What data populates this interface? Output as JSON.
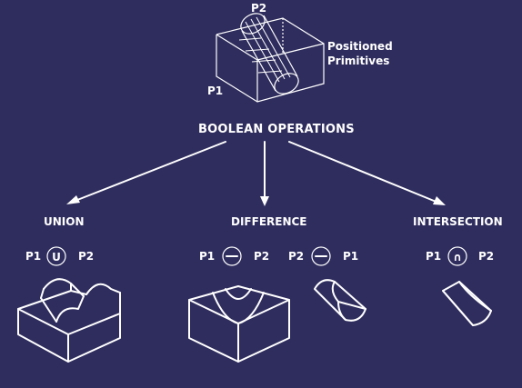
{
  "colors": {
    "background": "#2f2d5e",
    "ink": "#ffffff"
  },
  "labels": {
    "top_p2": "P2",
    "top_p1": "P1",
    "positioned_line1": "Positioned",
    "positioned_line2": "Primitives",
    "boolean_operations": "BOOLEAN OPERATIONS",
    "union": "UNION",
    "difference": "DIFFERENCE",
    "intersection": "INTERSECTION"
  },
  "operations": {
    "union": {
      "left": "P1",
      "right": "P2",
      "symbol": "U"
    },
    "difference_a": {
      "left": "P1",
      "right": "P2",
      "symbol": "−"
    },
    "difference_b": {
      "left": "P2",
      "right": "P1",
      "symbol": "−"
    },
    "intersection": {
      "left": "P1",
      "right": "P2",
      "symbol": "∩"
    }
  }
}
